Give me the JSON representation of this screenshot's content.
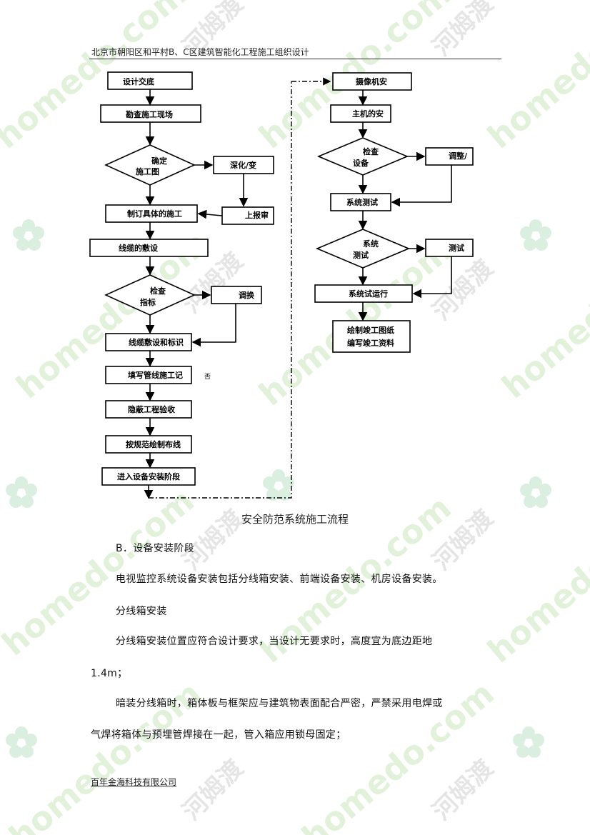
{
  "header": {
    "title": "北京市朝阳区和平村B、C区建筑智能化工程施工组织设计"
  },
  "watermark": {
    "cn": "河姆渡",
    "en": "homedo.com",
    "icon": "flower-logo-icon",
    "color": "#d8ecd0"
  },
  "flowchart": {
    "left": {
      "design_disclosure": "设计交底",
      "site_survey": "勘查施工现场",
      "confirm_drawing_1": "确定",
      "confirm_drawing_2": "施工图",
      "deepen": "深化/变",
      "report": "上报审",
      "plan": "制订具体的施工",
      "cable_laying": "线缆的敷设",
      "check_1": "检查",
      "check_2": "指标",
      "adjust_switch": "调换",
      "cable_label": "线缆敷设和标识",
      "pipe_record": "填写管线施工记",
      "stray_char": "否",
      "hidden_accept": "隐蔽工程验收",
      "draw_by_spec": "按规范绘制布线",
      "enter_install": "进入设备安装阶段"
    },
    "right": {
      "camera_install": "摄像机安",
      "host_install": "主机的安",
      "check_1": "检查",
      "check_2": "设备",
      "adjust": "调整/",
      "system_test": "系统测试",
      "sys_1": "系统",
      "sys_2": "测试",
      "test": "测试",
      "trial_run": "系统试运行",
      "as_built_1": "绘制竣工图纸",
      "as_built_2": "编写竣工资料"
    }
  },
  "caption": "安全防范系统施工流程",
  "body": {
    "section_b": "B．设备安装阶段",
    "p1": "电视监控系统设备安装包括分线箱安装、前端设备安装、机房设备安装。",
    "p2": "分线箱安装",
    "p3a": "分线箱安装位置应符合设计要求，当设计无要求时，高度宜为底边距地",
    "p3b": "1.4m；",
    "p4a": "暗装分线箱时，箱体板与框架应与建筑物表面配合严密，严禁采用电焊或",
    "p4b": "气焊将箱体与预埋管焊接在一起，管入箱应用锁母固定；"
  },
  "footer": {
    "company": "百年金海科技有限公司"
  }
}
